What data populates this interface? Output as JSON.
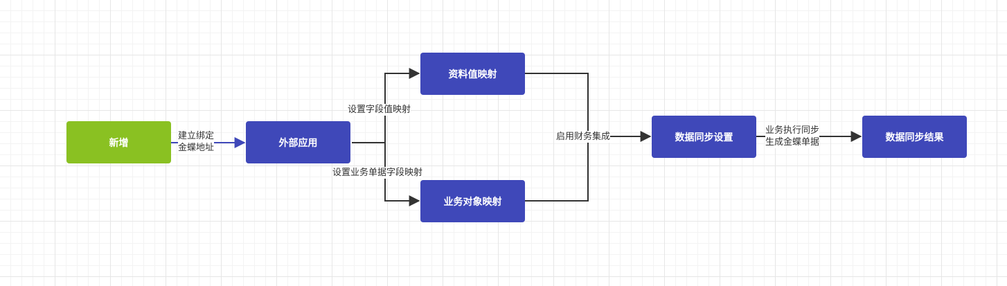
{
  "colors": {
    "start_node": "#8ac122",
    "process_node": "#3f48b9",
    "edge_dark": "#333333",
    "edge_blue": "#3f48b9"
  },
  "nodes": {
    "xinzeng": "新增",
    "external_app": "外部应用",
    "data_value_mapping": "资料值映射",
    "business_object_mapping": "业务对象映射",
    "data_sync_settings": "数据同步设置",
    "data_sync_result": "数据同步结果"
  },
  "edges": {
    "bind_address_line1": "建立绑定",
    "bind_address_line2": "金蝶地址",
    "set_field_value_mapping": "设置字段值映射",
    "set_business_doc_field_mapping": "设置业务单据字段映射",
    "enable_finance_integration": "启用财务集成",
    "execute_sync_line1": "业务执行同步",
    "execute_sync_line2": "生成金蝶单据"
  }
}
